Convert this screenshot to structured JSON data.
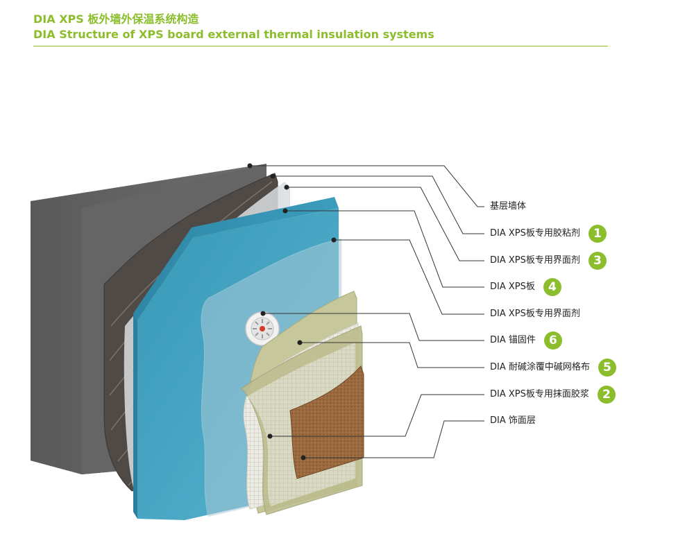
{
  "header": {
    "title_cn": "DIA XPS 板外墙外保温系统构造",
    "title_en": "DIA Structure of XPS board external thermal insulation systems",
    "accent_color": "#8cbd2c"
  },
  "layers": [
    {
      "label": "基层墙体",
      "badge": ""
    },
    {
      "label": "DIA XPS板专用胶粘剂",
      "badge": "1"
    },
    {
      "label": "DIA XPS板专用界面剂",
      "badge": "3"
    },
    {
      "label": "DIA XPS板",
      "badge": "4"
    },
    {
      "label": "DIA XPS板专用界面剂",
      "badge": ""
    },
    {
      "label": "DIA 锚固件",
      "badge": "6"
    },
    {
      "label": "DIA 耐碱涂覆中碱网格布",
      "badge": "5"
    },
    {
      "label": "DIA XPS板专用抹面胶浆",
      "badge": "2"
    },
    {
      "label": "DIA 饰面层",
      "badge": ""
    }
  ]
}
